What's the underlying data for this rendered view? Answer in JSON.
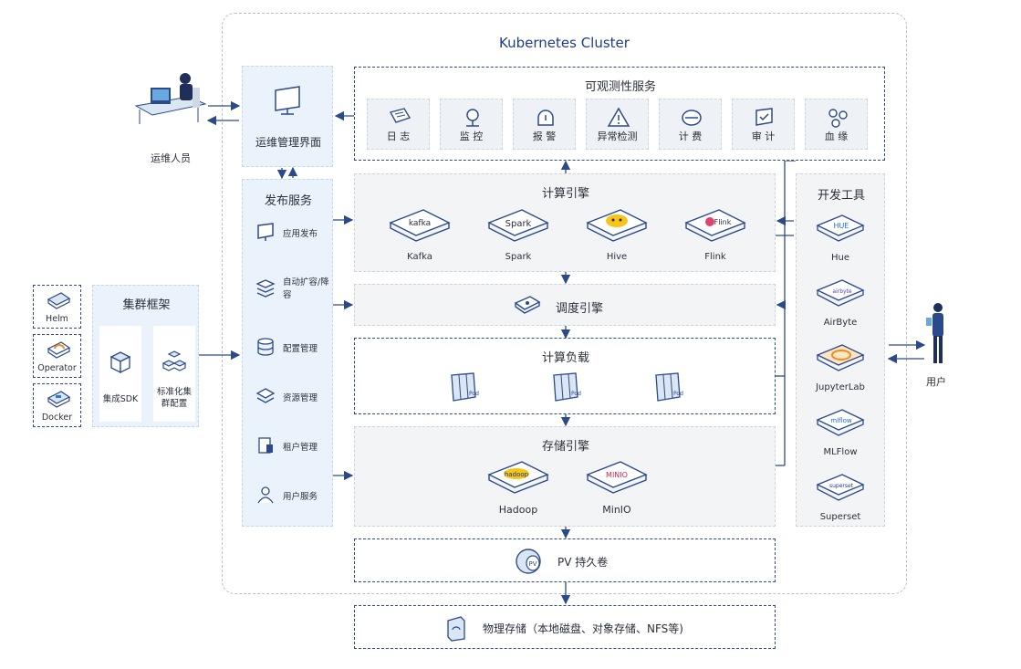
{
  "cluster": {
    "title": "Kubernetes Cluster"
  },
  "actors": {
    "ops": "运维人员",
    "user": "用户"
  },
  "ops_ui": {
    "title": "运维管理界面"
  },
  "publish": {
    "title": "发布服务",
    "items": [
      {
        "label": "应用发布",
        "icon": "monitor-icon"
      },
      {
        "label": "自动扩容/降容",
        "icon": "stack-icon"
      },
      {
        "label": "配置管理",
        "icon": "database-icon"
      },
      {
        "label": "资源管理",
        "icon": "layers-icon"
      },
      {
        "label": "租户管理",
        "icon": "tenant-icon"
      },
      {
        "label": "用户服务",
        "icon": "user-icon"
      }
    ]
  },
  "observability": {
    "title": "可观测性服务",
    "items": [
      {
        "label": "日 志",
        "icon": "log-icon"
      },
      {
        "label": "监 控",
        "icon": "monitor-probe-icon"
      },
      {
        "label": "报 警",
        "icon": "alarm-icon"
      },
      {
        "label": "异常检测",
        "icon": "warning-icon"
      },
      {
        "label": "计 费",
        "icon": "billing-icon"
      },
      {
        "label": "审 计",
        "icon": "audit-icon"
      },
      {
        "label": "血 缘",
        "icon": "lineage-icon"
      }
    ]
  },
  "compute_engine": {
    "title": "计算引擎",
    "items": [
      {
        "label": "Kafka",
        "logo": "kafka"
      },
      {
        "label": "Spark",
        "logo": "Spark"
      },
      {
        "label": "Hive",
        "logo": "hive-icon"
      },
      {
        "label": "Flink",
        "logo": "Flink"
      }
    ]
  },
  "scheduler": {
    "title": "调度引擎"
  },
  "workload": {
    "title": "计算负载",
    "pods": [
      "Pod",
      "Pod",
      "Pod"
    ]
  },
  "storage_engine": {
    "title": "存储引擎",
    "items": [
      {
        "label": "Hadoop",
        "logo": "hadoop"
      },
      {
        "label": "MinIO",
        "logo": "MINIO"
      }
    ]
  },
  "pv": {
    "title": "PV 持久卷",
    "badge": "PV"
  },
  "physical": {
    "title": "物理存储（本地磁盘、对象存储、NFS等)"
  },
  "dev_tools": {
    "title": "开发工具",
    "items": [
      {
        "label": "Hue",
        "logo": "HUE"
      },
      {
        "label": "AirByte",
        "logo": "airbyte"
      },
      {
        "label": "JupyterLab",
        "logo": "jupyter-icon"
      },
      {
        "label": "MLFlow",
        "logo": "mlflow"
      },
      {
        "label": "Superset",
        "logo": "superset"
      }
    ]
  },
  "cluster_framework": {
    "title": "集群框架",
    "items": [
      {
        "label": "集成SDK"
      },
      {
        "label": "标准化集群配置"
      }
    ]
  },
  "left_tools": [
    {
      "label": "Helm"
    },
    {
      "label": "Operator"
    },
    {
      "label": "Docker"
    }
  ],
  "colors": {
    "navy": "#2b4a8b",
    "panel_blue": "#eaf3fb",
    "panel_gray": "#f3f4f6"
  }
}
